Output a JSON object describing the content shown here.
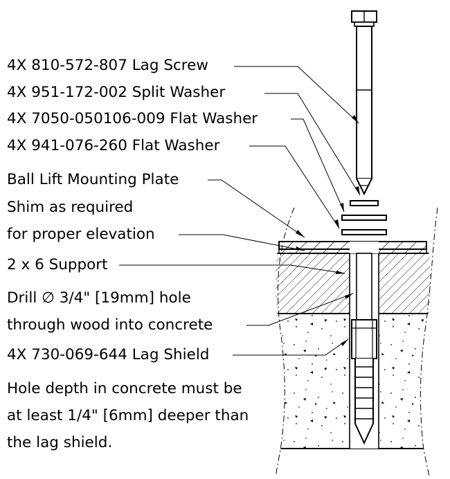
{
  "labels": {
    "lag_screw": "4X 810-572-807 Lag Screw",
    "split_washer": "4X 951-172-002 Split Washer",
    "flat_washer_1": "4X 7050-050106-009 Flat Washer",
    "flat_washer_2": "4X 941-076-260 Flat Washer",
    "mounting_plate": "Ball Lift Mounting Plate",
    "shim_line1": "Shim as required",
    "shim_line2": "for proper elevation",
    "support": "2 x 6 Support",
    "drill_line1": "Drill ∅ 3/4\" [19mm] hole",
    "drill_line2": "through wood into concrete",
    "lag_shield": "4X 730-069-644 Lag Shield",
    "note_line1": "Hole depth in concrete must be",
    "note_line2": "at least 1/4\" [6mm] deeper than",
    "note_line3": "the lag shield."
  }
}
